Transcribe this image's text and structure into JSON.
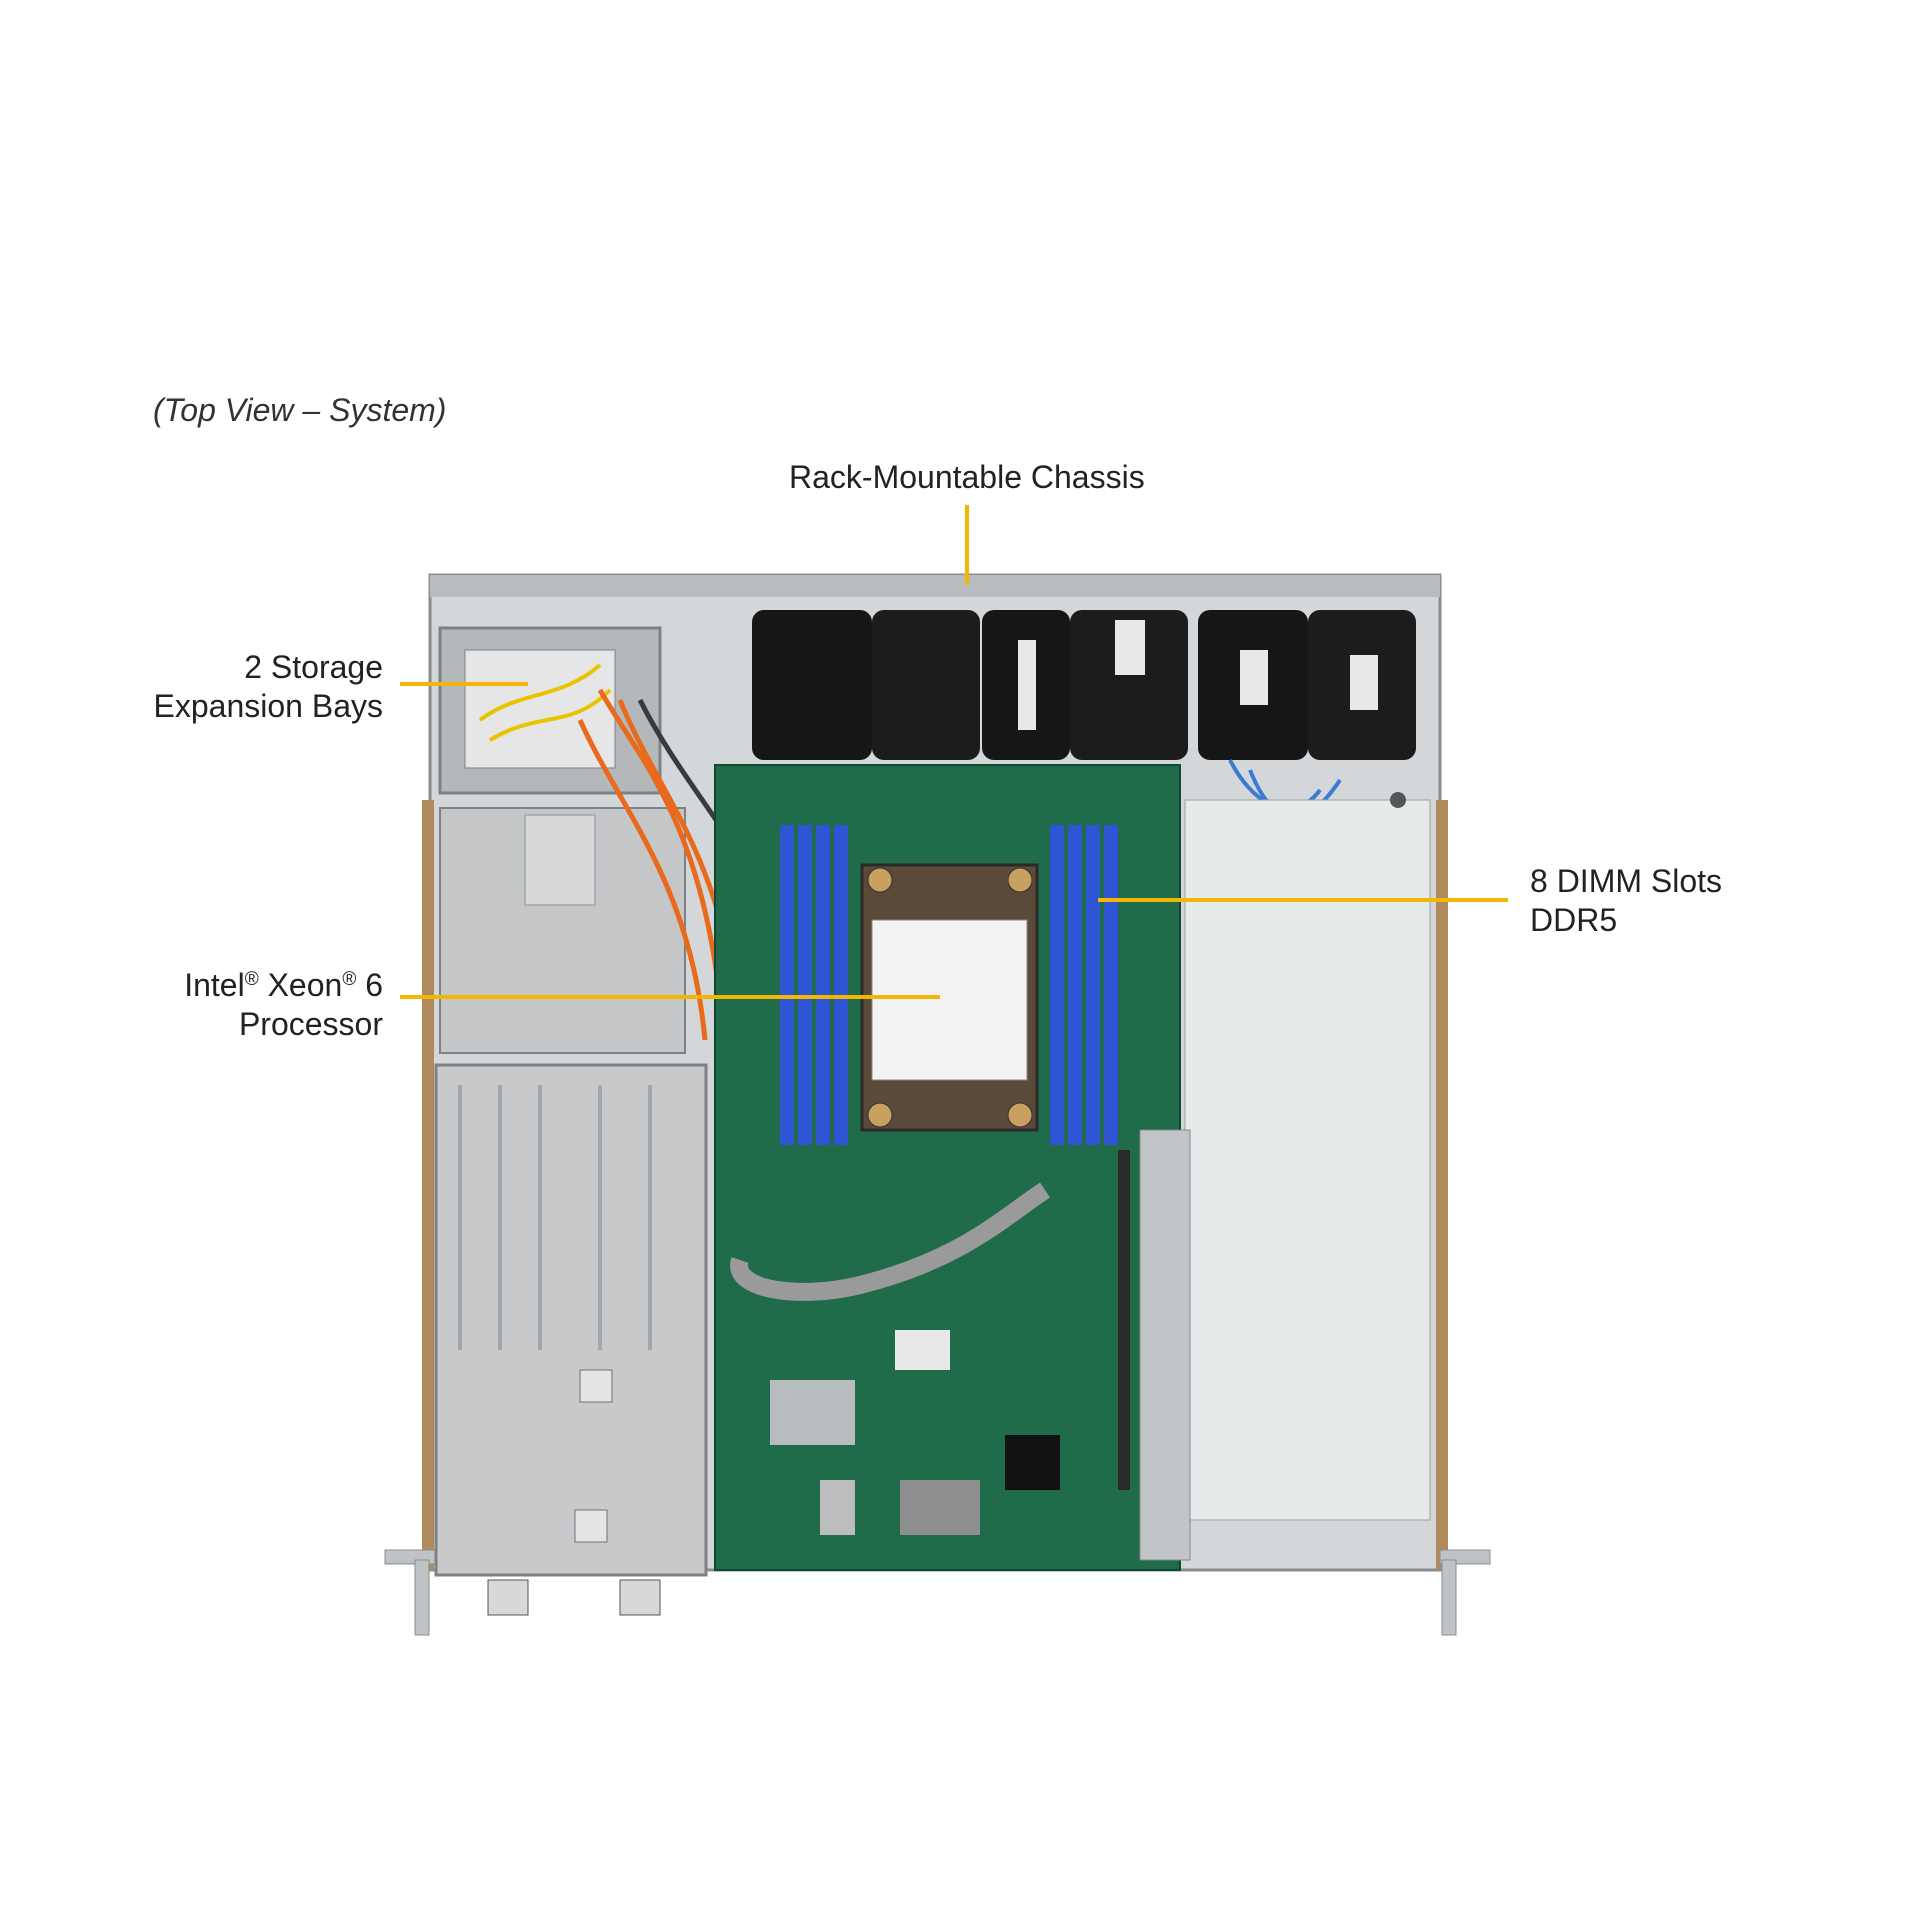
{
  "caption": "(Top View – System)",
  "callouts": {
    "chassis": {
      "line1": "Rack-Mountable Chassis"
    },
    "storage": {
      "line1": "2 Storage",
      "line2": "Expansion Bays"
    },
    "processor": {
      "line1_pre": "Intel",
      "line1_mid": " Xeon",
      "line1_post": " 6",
      "reg": "®",
      "line2": "Processor"
    },
    "dimm": {
      "line1": "8 DIMM Slots",
      "line2": "DDR5"
    }
  },
  "colors": {
    "callout_line": "#f2b705",
    "dimm_slot": "#2f55d4",
    "pcb": "#1f6b4a",
    "chassis_metal": "#c9ccce",
    "fan": "#1a1a1a"
  }
}
